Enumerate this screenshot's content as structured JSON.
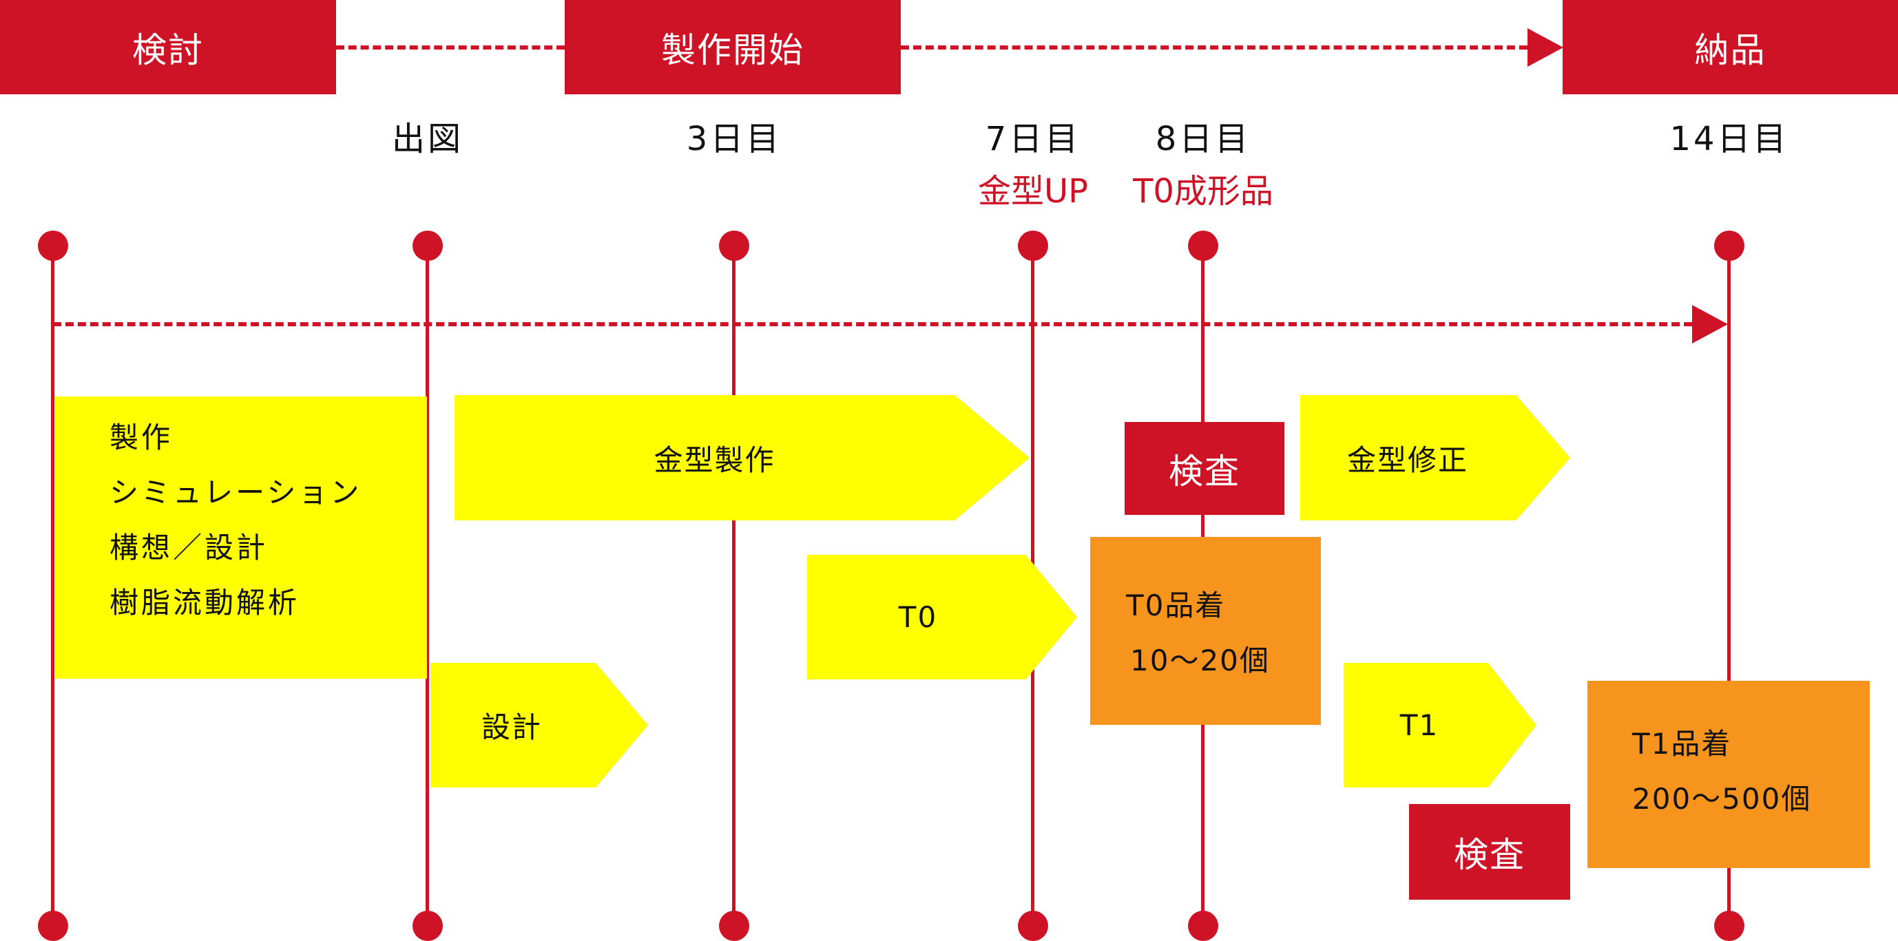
{
  "phases": {
    "review": "検討",
    "production_start": "製作開始",
    "delivery": "納品"
  },
  "milestones": {
    "drawing": "出図",
    "day3": "3日目",
    "day7": "7日目",
    "day8": "8日目",
    "day14": "14日目"
  },
  "notes": {
    "mold_up": "金型UP",
    "t0_molded": "T0成形品"
  },
  "tasks": {
    "review_items": [
      "製作",
      "シミュレーション",
      "構想／設計",
      "樹脂流動解析"
    ],
    "mold_making": "金型製作",
    "design": "設計",
    "t0": "T0",
    "t1": "T1",
    "mold_fix": "金型修正",
    "inspection_1": "検査",
    "inspection_2": "検査"
  },
  "deliverables": {
    "t0_parts": {
      "title": "T0品着",
      "qty": "10～20個"
    },
    "t1_parts": {
      "title": "T1品着",
      "qty": "200～500個"
    }
  },
  "colors": {
    "red": "#cf1327",
    "yellow": "#ffff00",
    "orange": "#f7941e"
  }
}
